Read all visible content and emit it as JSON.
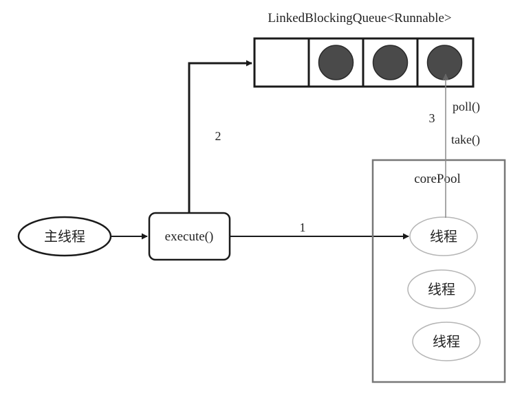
{
  "queue": {
    "title": "LinkedBlockingQueue<Runnable>",
    "slots": [
      {
        "filled": false
      },
      {
        "filled": true
      },
      {
        "filled": true
      },
      {
        "filled": true
      }
    ]
  },
  "main_thread": {
    "label": "主线程"
  },
  "execute_box": {
    "label": "execute()"
  },
  "core_pool": {
    "label": "corePool",
    "threads": [
      "线程",
      "线程",
      "线程"
    ]
  },
  "arrows": {
    "to_core_pool": "1",
    "to_queue": "2",
    "from_queue": "3",
    "poll_label": "poll()",
    "take_label": "take()"
  },
  "colors": {
    "line": "#1a1a1a",
    "thin_line": "#8a8a8a",
    "ball": "#4a4a4a",
    "ellipse_stroke": "#b5b5b5",
    "pool_border": "#777777"
  }
}
